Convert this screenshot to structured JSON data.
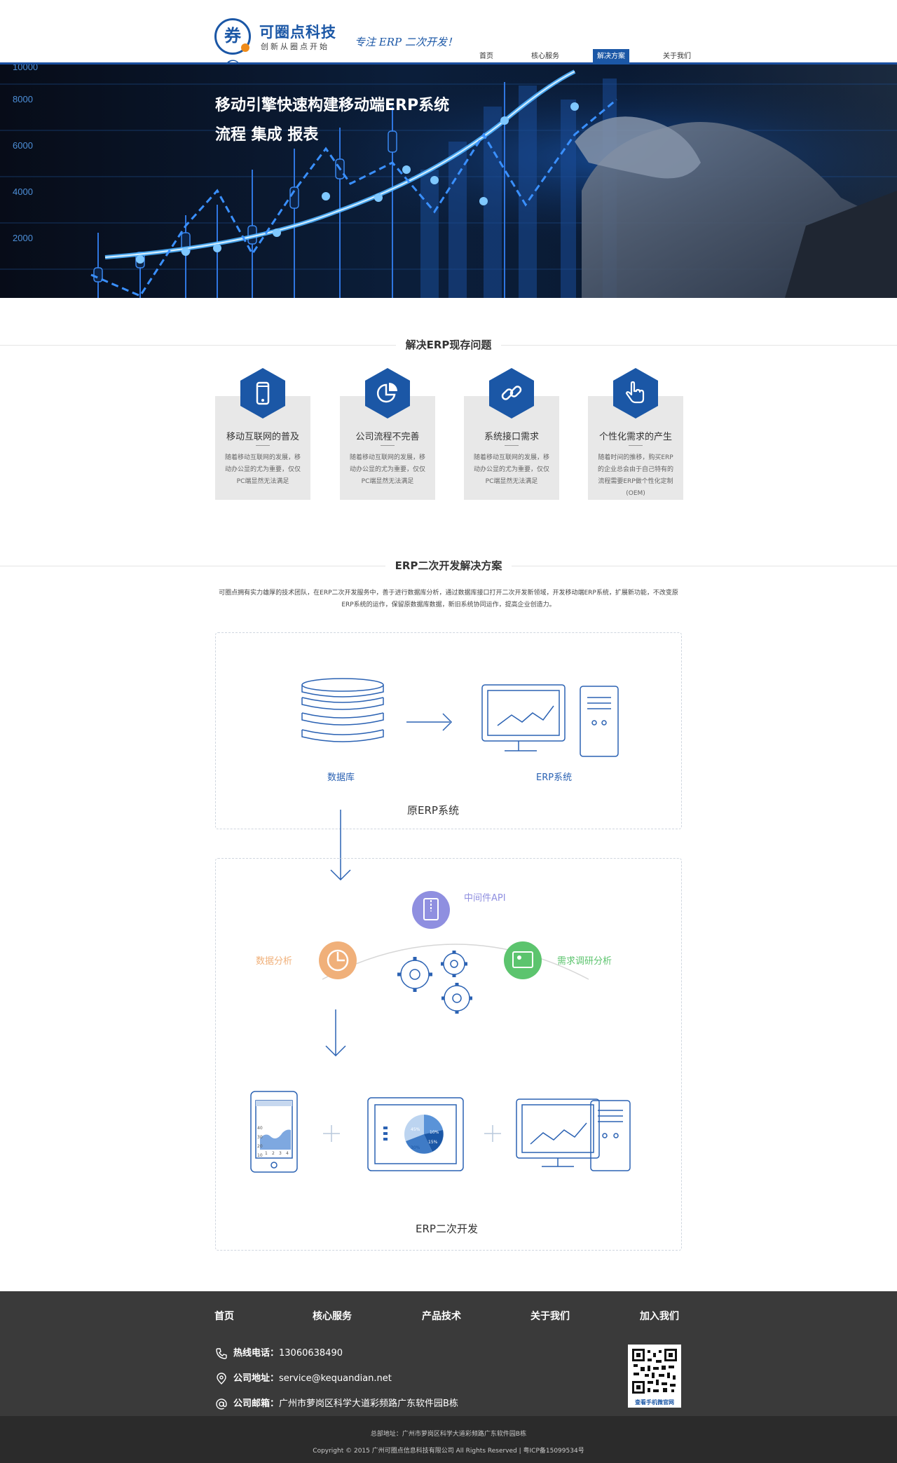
{
  "header": {
    "logo_mark": "券@",
    "brand_name": "可圈点科技",
    "brand_tagline": "创新从圈点开始",
    "slogan": "专注 ERP 二次开发！",
    "nav": [
      {
        "label": "首页",
        "active": false
      },
      {
        "label": "核心服务",
        "active": false
      },
      {
        "label": "解决方案",
        "active": true
      },
      {
        "label": "关于我们",
        "active": false
      }
    ]
  },
  "banner": {
    "title": "移动引擎快速构建移动端ERP系统",
    "subtitle": "流程 集成 报表",
    "y_ticks": [
      "10000",
      "8000",
      "6000",
      "4000",
      "2000"
    ]
  },
  "problems": {
    "title": "解决ERP现存问题",
    "cards": [
      {
        "title": "移动互联网的普及",
        "desc": "随着移动互联网的发展，移动办公显的尤为重要，仅仅PC端显然无法满足",
        "icon": "mobile-phone-icon"
      },
      {
        "title": "公司流程不完善",
        "desc": "随着移动互联网的发展，移动办公显的尤为重要，仅仅PC端显然无法满足",
        "icon": "pie-chart-icon"
      },
      {
        "title": "系统接口需求",
        "desc": "随着移动互联网的发展，移动办公显的尤为重要，仅仅PC端显然无法满足",
        "icon": "link-icon"
      },
      {
        "title": "个性化需求的产生",
        "desc": "随着时间的推移，购买ERP的企业总会由于自己特有的流程需要ERP做个性化定制(OEM)",
        "icon": "hand-pointer-icon"
      }
    ]
  },
  "solution": {
    "title": "ERP二次开发解决方案",
    "intro": "可圈点拥有实力雄厚的技术团队，在ERP二次开发服务中，善于进行数据库分析，通过数据库接口打开二次开发新领域，开发移动端ERP系统，扩展新功能，不改变原ERP系统的运作，保留原数据库数据，新旧系统协同运作，提高企业创造力。",
    "db_label": "数据库",
    "erp_label": "ERP系统",
    "box1_caption": "原ERP系统",
    "api_label": "中间件API",
    "analysis_label": "数据分析",
    "research_label": "需求调研分析",
    "box2_caption": "ERP二次开发",
    "phone_chart_ticks": [
      "40",
      "30",
      "20",
      "10"
    ],
    "phone_chart_x": [
      "1",
      "2",
      "3",
      "4"
    ],
    "pie_labels": [
      "45%",
      "10%",
      "15%",
      "30%"
    ]
  },
  "footer": {
    "nav": [
      "首页",
      "核心服务",
      "产品技术",
      "关于我们",
      "加入我们"
    ],
    "hotline_label": "热线电话：",
    "hotline_value": "13060638490",
    "address_label": "公司地址：",
    "address_value": "service@kequandian.net",
    "email_label": "公司邮箱：",
    "email_value": "广州市萝岗区科学大道彩频路广东软件园B栋",
    "qr_caption": "查看手机微官网",
    "hq_address": "总部地址：广州市萝岗区科学大道彩频路广东软件园B栋",
    "copyright": "Copyright © 2015 广州可圈点信息科技有限公司 All Rights Reserved | 粤ICP备15099534号"
  },
  "colors": {
    "brand": "#1b57a6",
    "footer_bg": "#3a3a3a",
    "analysis": "#f0b07a",
    "research": "#5cc46e",
    "api": "#8f8fe0"
  }
}
